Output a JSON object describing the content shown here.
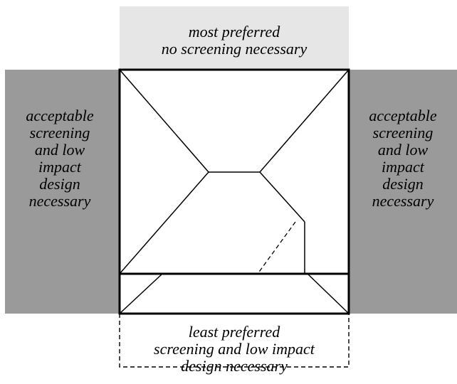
{
  "zones": {
    "top": {
      "label": "most preferred\nno screening necessary",
      "fill": "#e6e6e6"
    },
    "left": {
      "label": "acceptable\nscreening\nand low\nimpact\ndesign\nnecessary",
      "fill": "#9a9a9a"
    },
    "right": {
      "label": "acceptable\nscreening\nand low\nimpact\ndesign\nnecessary",
      "fill": "#9a9a9a"
    },
    "bottom": {
      "label": "least preferred\nscreening and low impact\ndesign necessary",
      "border_style": "dashed"
    }
  },
  "colors": {
    "line": "#000000",
    "background": "#ffffff"
  }
}
